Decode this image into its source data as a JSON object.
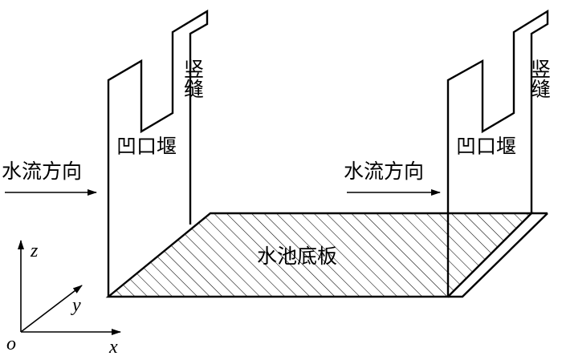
{
  "labels": {
    "weir_left": "凹口堰",
    "weir_right": "凹口堰",
    "joint_left": "竖缝",
    "joint_right": "竖缝",
    "flow_left": "水流方向",
    "flow_right": "水流方向",
    "floor": "水池底板"
  },
  "axes": {
    "origin": "o",
    "x": "x",
    "y": "y",
    "z": "z"
  },
  "colors": {
    "line": "#000000",
    "background": "#ffffff"
  }
}
